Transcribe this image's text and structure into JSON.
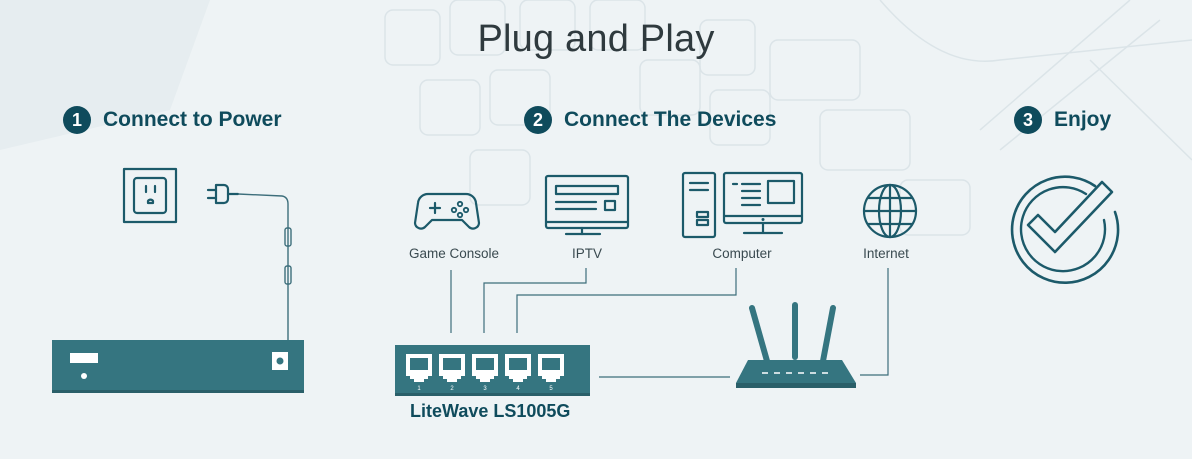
{
  "title": "Plug and Play",
  "steps": [
    {
      "number": "1",
      "label": "Connect to Power"
    },
    {
      "number": "2",
      "label": "Connect The Devices"
    },
    {
      "number": "3",
      "label": "Enjoy"
    }
  ],
  "devices": {
    "game_console": "Game Console",
    "iptv": "IPTV",
    "computer": "Computer",
    "internet": "Internet"
  },
  "switch_ports": [
    "1",
    "2",
    "3",
    "4",
    "5"
  ],
  "product_name": "LiteWave LS1005G",
  "colors": {
    "accent": "#0f4b5c",
    "device_fill": "#357580",
    "background": "#eef3f5"
  }
}
